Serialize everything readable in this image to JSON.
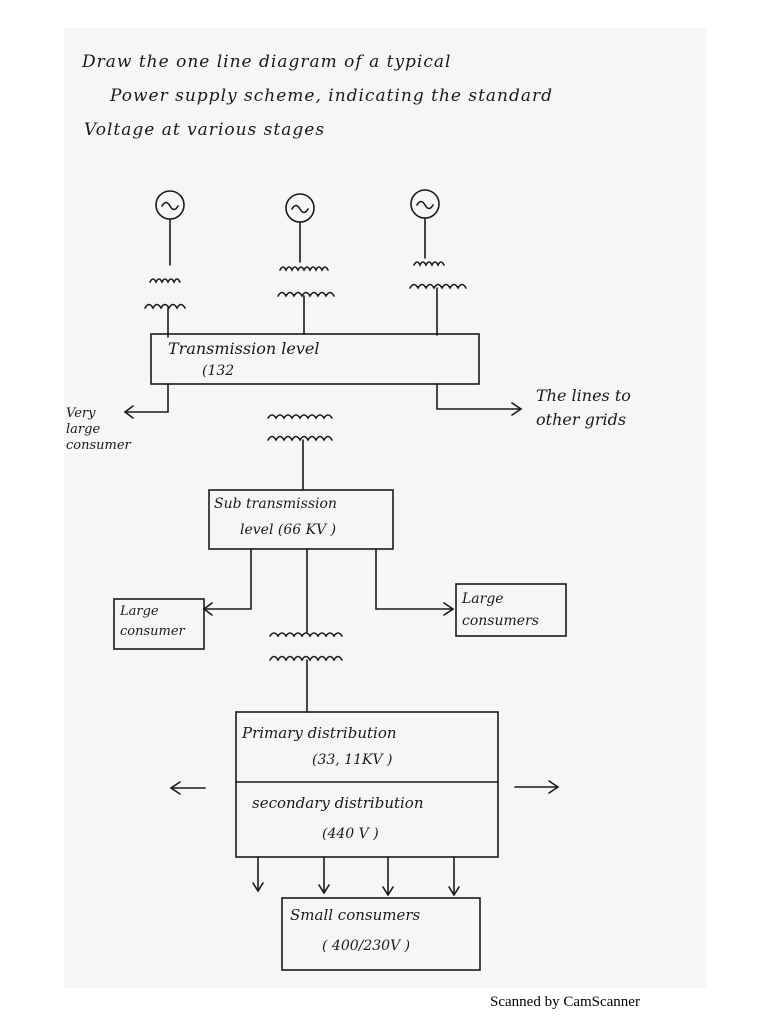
{
  "question": {
    "line1": "Draw the one line diagram of a typical",
    "line2": "Power supply scheme, indicating the standard",
    "line3": "Voltage at various stages"
  },
  "blocks": {
    "transmission": "Transmission level",
    "transmission_voltage": "(132",
    "sub_transmission_line1": "Sub transmission",
    "sub_transmission_line2": "level (66 KV )",
    "primary_line1": "Primary distribution",
    "primary_line2": "(33, 11KV )",
    "secondary_line1": "secondary distribution",
    "secondary_line2": "(440 V )",
    "small_line1": "Small consumers",
    "small_line2": "( 400/230V )"
  },
  "labels": {
    "very_large": [
      "Very",
      "large",
      "consumer"
    ],
    "other_grids": [
      "The lines to",
      "other grids"
    ],
    "large_left": [
      "Large",
      "consumer"
    ],
    "large_right": [
      "Large",
      "consumers"
    ]
  },
  "footer": "Scanned by CamScanner",
  "colors": {
    "ink": "#1a1a1a",
    "paper": "#f6f6f6"
  }
}
